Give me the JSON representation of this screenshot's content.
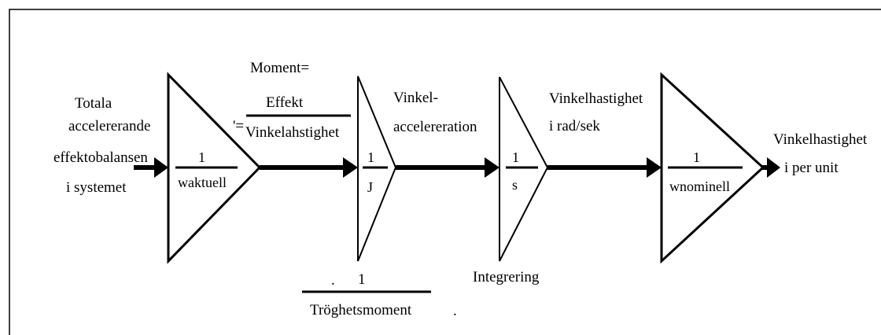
{
  "input_label": [
    "Totala",
    "accelererande",
    "effektobalansen",
    "i  systemet"
  ],
  "blocks": [
    {
      "numerator": "1",
      "denominator": "waktuell"
    },
    {
      "numerator": "1",
      "denominator": "J"
    },
    {
      "numerator": "1",
      "denominator": "s"
    },
    {
      "numerator": "1",
      "denominator": "wnominell"
    }
  ],
  "moment_label": {
    "title": "Moment=",
    "prefix": "'=",
    "numerator": "Effekt",
    "denominator": "Vinkelahstighet"
  },
  "accel_label": [
    "Vinkel-",
    "accelereration"
  ],
  "speed_label": [
    "Vinkelhastighet",
    "i rad/sek"
  ],
  "output_label": [
    "Vinkelhastighet",
    "i    per unit"
  ],
  "inertia_label": {
    "numerator": "1",
    "denominator": "Tröghetsmoment",
    "mark_left": ".",
    "mark_right": "."
  },
  "integration_label": "Integrering"
}
